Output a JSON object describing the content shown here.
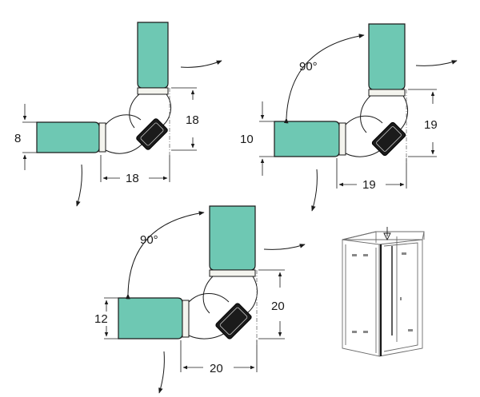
{
  "diagrams": [
    {
      "thickness": "8",
      "height": "18",
      "width": "18",
      "angle": ""
    },
    {
      "thickness": "10",
      "height": "19",
      "width": "19",
      "angle": "90°"
    },
    {
      "thickness": "12",
      "height": "20",
      "width": "20",
      "angle": "90°"
    }
  ],
  "colors": {
    "glass": "#6ec8b3",
    "seal": "#f4f4ee",
    "magnet": "#1b1b1b",
    "outline": "#1a1a1a"
  },
  "icons": {
    "arrow": "curved-arrow",
    "cabin": "shower-cabin-sketch"
  }
}
